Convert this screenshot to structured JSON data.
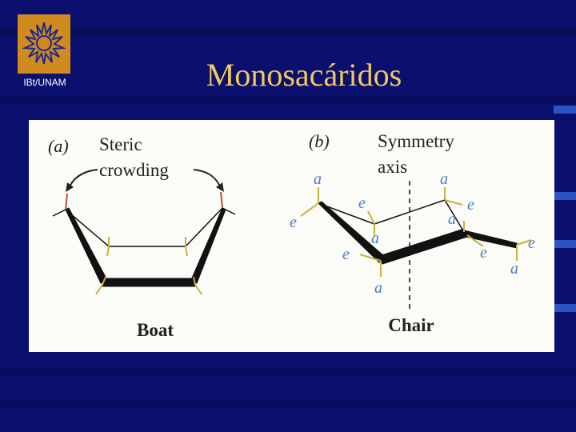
{
  "logo": {
    "caption": "IBt/UNAM"
  },
  "slide": {
    "title": "Monosacáridos"
  },
  "figure": {
    "panel_a": {
      "tag": "(a)",
      "annotation_line1": "Steric",
      "annotation_line2": "crowding",
      "caption": "Boat"
    },
    "panel_b": {
      "tag": "(b)",
      "annotation_line1": "Symmetry",
      "annotation_line2": "axis",
      "caption": "Chair",
      "axial_label": "a",
      "equatorial_label": "e"
    }
  },
  "colors": {
    "background": "#0b0f6e",
    "title": "#f1c85e",
    "logo": "#d08a1e",
    "bond_labels": "#4b7fb5",
    "hydrogen_bonds": "#c8b23a",
    "steric_hint": "#c0502a"
  }
}
